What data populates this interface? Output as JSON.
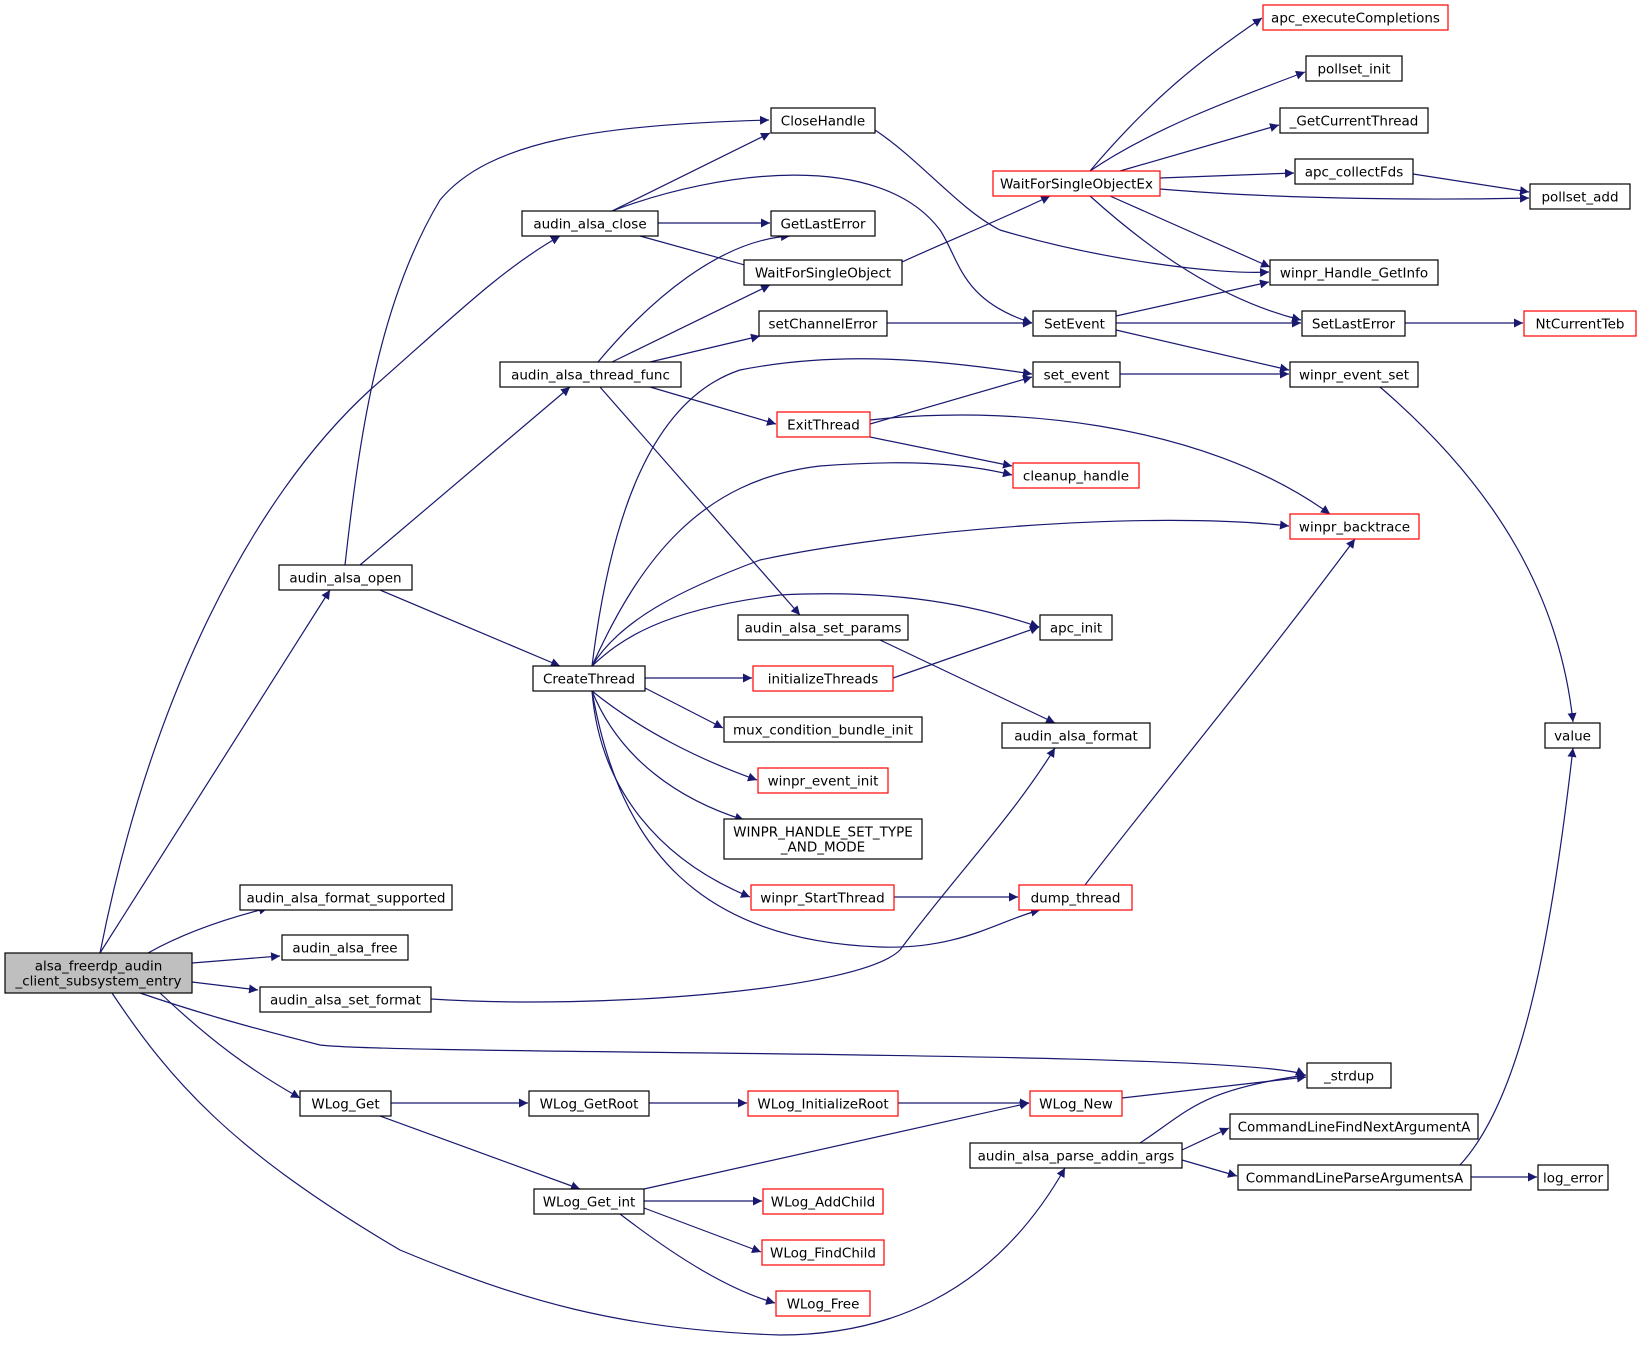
{
  "diagram": {
    "nodes": [
      {
        "id": "entry",
        "lines": [
          "alsa_freerdp_audin",
          "_client_subsystem_entry"
        ],
        "style": "root"
      },
      {
        "id": "open",
        "lines": [
          "audin_alsa_open"
        ],
        "style": "normal"
      },
      {
        "id": "format_supported",
        "lines": [
          "audin_alsa_format_supported"
        ],
        "style": "normal"
      },
      {
        "id": "free",
        "lines": [
          "audin_alsa_free"
        ],
        "style": "normal"
      },
      {
        "id": "set_format",
        "lines": [
          "audin_alsa_set_format"
        ],
        "style": "normal"
      },
      {
        "id": "wlog_get",
        "lines": [
          "WLog_Get"
        ],
        "style": "normal"
      },
      {
        "id": "close",
        "lines": [
          "audin_alsa_close"
        ],
        "style": "normal"
      },
      {
        "id": "thread_func",
        "lines": [
          "audin_alsa_thread_func"
        ],
        "style": "normal"
      },
      {
        "id": "create_thread",
        "lines": [
          "CreateThread"
        ],
        "style": "normal"
      },
      {
        "id": "wlog_getroot",
        "lines": [
          "WLog_GetRoot"
        ],
        "style": "normal"
      },
      {
        "id": "wlog_get_int",
        "lines": [
          "WLog_Get_int"
        ],
        "style": "normal"
      },
      {
        "id": "close_handle",
        "lines": [
          "CloseHandle"
        ],
        "style": "normal"
      },
      {
        "id": "get_last_error",
        "lines": [
          "GetLastError"
        ],
        "style": "normal"
      },
      {
        "id": "wait_single",
        "lines": [
          "WaitForSingleObject"
        ],
        "style": "normal"
      },
      {
        "id": "set_channel_error",
        "lines": [
          "setChannelError"
        ],
        "style": "normal"
      },
      {
        "id": "exit_thread",
        "lines": [
          "ExitThread"
        ],
        "style": "red"
      },
      {
        "id": "set_params",
        "lines": [
          "audin_alsa_set_params"
        ],
        "style": "normal"
      },
      {
        "id": "initialize_threads",
        "lines": [
          "initializeThreads"
        ],
        "style": "red"
      },
      {
        "id": "mux",
        "lines": [
          "mux_condition_bundle_init"
        ],
        "style": "normal"
      },
      {
        "id": "winpr_event_init",
        "lines": [
          "winpr_event_init"
        ],
        "style": "red"
      },
      {
        "id": "handle_set_type",
        "lines": [
          "WINPR_HANDLE_SET_TYPE",
          "_AND_MODE"
        ],
        "style": "normal"
      },
      {
        "id": "start_thread",
        "lines": [
          "winpr_StartThread"
        ],
        "style": "red"
      },
      {
        "id": "wlog_init_root",
        "lines": [
          "WLog_InitializeRoot"
        ],
        "style": "red"
      },
      {
        "id": "wlog_add_child",
        "lines": [
          "WLog_AddChild"
        ],
        "style": "red"
      },
      {
        "id": "wlog_find_child",
        "lines": [
          "WLog_FindChild"
        ],
        "style": "red"
      },
      {
        "id": "wlog_free",
        "lines": [
          "WLog_Free"
        ],
        "style": "red"
      },
      {
        "id": "wait_single_ex",
        "lines": [
          "WaitForSingleObjectEx"
        ],
        "style": "red"
      },
      {
        "id": "set_event_cap",
        "lines": [
          "SetEvent"
        ],
        "style": "normal"
      },
      {
        "id": "set_event",
        "lines": [
          "set_event"
        ],
        "style": "normal"
      },
      {
        "id": "cleanup_handle",
        "lines": [
          "cleanup_handle"
        ],
        "style": "red"
      },
      {
        "id": "apc_init",
        "lines": [
          "apc_init"
        ],
        "style": "normal"
      },
      {
        "id": "alsa_format",
        "lines": [
          "audin_alsa_format"
        ],
        "style": "normal"
      },
      {
        "id": "dump_thread",
        "lines": [
          "dump_thread"
        ],
        "style": "red"
      },
      {
        "id": "wlog_new",
        "lines": [
          "WLog_New"
        ],
        "style": "red"
      },
      {
        "id": "parse_addin_args",
        "lines": [
          "audin_alsa_parse_addin_args"
        ],
        "style": "normal"
      },
      {
        "id": "apc_execute",
        "lines": [
          "apc_executeCompletions"
        ],
        "style": "red"
      },
      {
        "id": "pollset_init",
        "lines": [
          "pollset_init"
        ],
        "style": "normal"
      },
      {
        "id": "get_current_thread",
        "lines": [
          "_GetCurrentThread"
        ],
        "style": "normal"
      },
      {
        "id": "apc_collect",
        "lines": [
          "apc_collectFds"
        ],
        "style": "normal"
      },
      {
        "id": "handle_getinfo",
        "lines": [
          "winpr_Handle_GetInfo"
        ],
        "style": "normal"
      },
      {
        "id": "set_last_error",
        "lines": [
          "SetLastError"
        ],
        "style": "normal"
      },
      {
        "id": "winpr_event_set",
        "lines": [
          "winpr_event_set"
        ],
        "style": "normal"
      },
      {
        "id": "winpr_backtrace",
        "lines": [
          "winpr_backtrace"
        ],
        "style": "red"
      },
      {
        "id": "strdup",
        "lines": [
          "_strdup"
        ],
        "style": "normal"
      },
      {
        "id": "find_next_arg",
        "lines": [
          "CommandLineFindNextArgumentA"
        ],
        "style": "normal"
      },
      {
        "id": "parse_args",
        "lines": [
          "CommandLineParseArgumentsA"
        ],
        "style": "normal"
      },
      {
        "id": "pollset_add",
        "lines": [
          "pollset_add"
        ],
        "style": "normal"
      },
      {
        "id": "nt_current_teb",
        "lines": [
          "NtCurrentTeb"
        ],
        "style": "red"
      },
      {
        "id": "value",
        "lines": [
          "value"
        ],
        "style": "normal"
      },
      {
        "id": "log_error",
        "lines": [
          "log_error"
        ],
        "style": "normal"
      }
    ],
    "edges": [
      [
        "entry",
        "open"
      ],
      [
        "entry",
        "close"
      ],
      [
        "entry",
        "format_supported"
      ],
      [
        "entry",
        "free"
      ],
      [
        "entry",
        "set_format"
      ],
      [
        "entry",
        "strdup"
      ],
      [
        "entry",
        "wlog_get"
      ],
      [
        "entry",
        "parse_addin_args"
      ],
      [
        "open",
        "close_handle"
      ],
      [
        "open",
        "thread_func"
      ],
      [
        "open",
        "create_thread"
      ],
      [
        "close",
        "close_handle"
      ],
      [
        "close",
        "get_last_error"
      ],
      [
        "close",
        "wait_single"
      ],
      [
        "close",
        "set_event_cap"
      ],
      [
        "thread_func",
        "get_last_error"
      ],
      [
        "thread_func",
        "wait_single"
      ],
      [
        "thread_func",
        "set_channel_error"
      ],
      [
        "thread_func",
        "exit_thread"
      ],
      [
        "thread_func",
        "set_params"
      ],
      [
        "create_thread",
        "set_event"
      ],
      [
        "create_thread",
        "cleanup_handle"
      ],
      [
        "create_thread",
        "winpr_backtrace"
      ],
      [
        "create_thread",
        "apc_init"
      ],
      [
        "create_thread",
        "initialize_threads"
      ],
      [
        "create_thread",
        "mux"
      ],
      [
        "create_thread",
        "winpr_event_init"
      ],
      [
        "create_thread",
        "handle_set_type"
      ],
      [
        "create_thread",
        "start_thread"
      ],
      [
        "create_thread",
        "dump_thread"
      ],
      [
        "close_handle",
        "handle_getinfo"
      ],
      [
        "wait_single",
        "wait_single_ex"
      ],
      [
        "set_channel_error",
        "set_event_cap"
      ],
      [
        "exit_thread",
        "set_event"
      ],
      [
        "exit_thread",
        "cleanup_handle"
      ],
      [
        "exit_thread",
        "winpr_backtrace"
      ],
      [
        "set_params",
        "alsa_format"
      ],
      [
        "initialize_threads",
        "apc_init"
      ],
      [
        "start_thread",
        "dump_thread"
      ],
      [
        "set_format",
        "alsa_format"
      ],
      [
        "wlog_get",
        "wlog_getroot"
      ],
      [
        "wlog_get",
        "wlog_get_int"
      ],
      [
        "wlog_getroot",
        "wlog_init_root"
      ],
      [
        "wlog_init_root",
        "wlog_new"
      ],
      [
        "wlog_get_int",
        "wlog_new"
      ],
      [
        "wlog_get_int",
        "wlog_add_child"
      ],
      [
        "wlog_get_int",
        "wlog_find_child"
      ],
      [
        "wlog_get_int",
        "wlog_free"
      ],
      [
        "wait_single_ex",
        "apc_execute"
      ],
      [
        "wait_single_ex",
        "pollset_init"
      ],
      [
        "wait_single_ex",
        "get_current_thread"
      ],
      [
        "wait_single_ex",
        "apc_collect"
      ],
      [
        "wait_single_ex",
        "pollset_add"
      ],
      [
        "wait_single_ex",
        "handle_getinfo"
      ],
      [
        "wait_single_ex",
        "set_last_error"
      ],
      [
        "set_event_cap",
        "handle_getinfo"
      ],
      [
        "set_event_cap",
        "set_last_error"
      ],
      [
        "set_event_cap",
        "winpr_event_set"
      ],
      [
        "set_event",
        "winpr_event_set"
      ],
      [
        "dump_thread",
        "winpr_backtrace"
      ],
      [
        "wlog_new",
        "strdup"
      ],
      [
        "parse_addin_args",
        "strdup"
      ],
      [
        "parse_addin_args",
        "find_next_arg"
      ],
      [
        "parse_addin_args",
        "parse_args"
      ],
      [
        "apc_collect",
        "pollset_add"
      ],
      [
        "set_last_error",
        "nt_current_teb"
      ],
      [
        "winpr_event_set",
        "value"
      ],
      [
        "parse_args",
        "value"
      ],
      [
        "parse_args",
        "log_error"
      ]
    ]
  },
  "colors": {
    "edge": "#191970",
    "border_normal": "#000000",
    "border_red": "#ff0000",
    "fill_normal": "#ffffff",
    "fill_root": "#bfbfbf",
    "text": "#000000"
  }
}
